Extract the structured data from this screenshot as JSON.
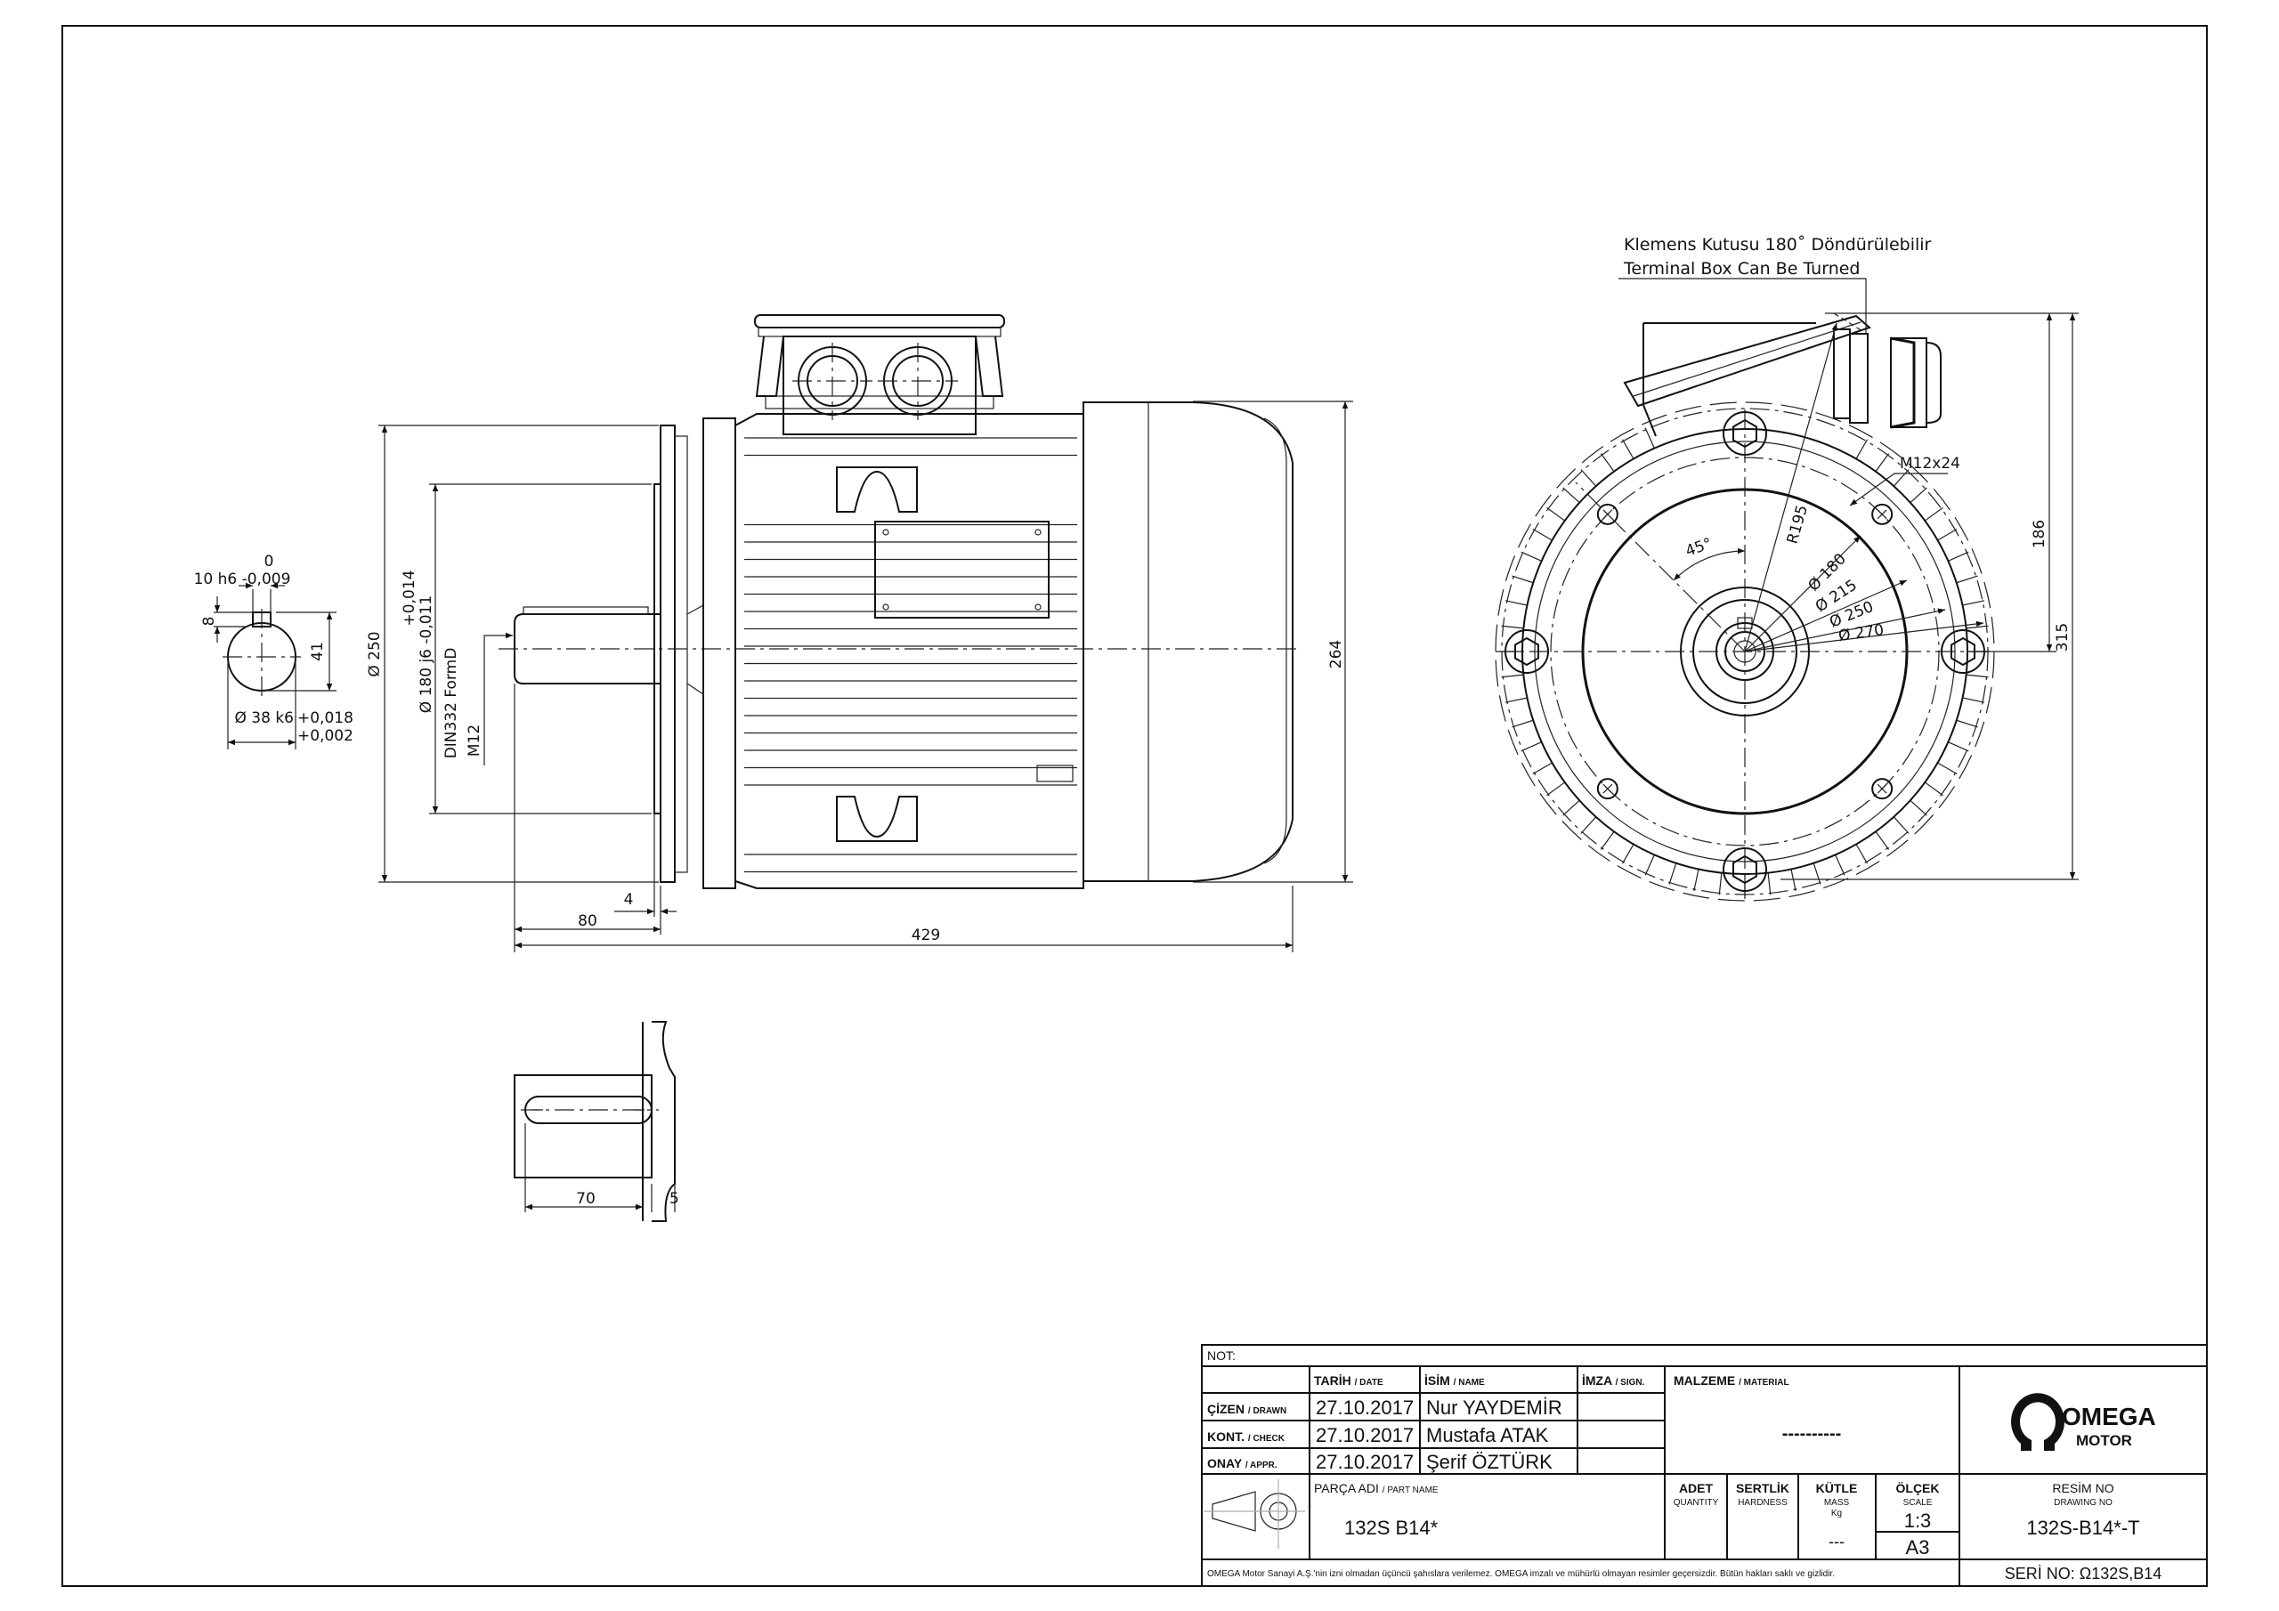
{
  "side_view": {
    "key_width_top": "0",
    "key_width": "10 h6 -0,009",
    "key_depth": "8",
    "key_height": "41",
    "shaft_tol_upper": "+0,018",
    "shaft_dia": "Ø 38 k6",
    "shaft_tol_lower": "+0,002",
    "flange_dia": "Ø 250",
    "spigot_tol_upper": "+0,014",
    "spigot_dia": "Ø 180 j6 -0,011",
    "center_hole": "DIN332 FormD",
    "thread": "M12",
    "spigot_depth": "4",
    "shaft_length": "80",
    "total_length": "429",
    "height": "264"
  },
  "key_detail": {
    "key_length": "70",
    "offset": "5"
  },
  "front_view": {
    "note_tr": "Klemens Kutusu 180˚ Döndürülebilir",
    "note_en": "Terminal Box Can Be Turned",
    "bolt": "M12x24",
    "angle": "45°",
    "radius": "R195",
    "d180": "Ø 180",
    "d215": "Ø 215",
    "d250": "Ø 250",
    "d270": "Ø 270",
    "h186": "186",
    "h315": "315"
  },
  "title_block": {
    "note_label": "NOT:",
    "date_h": "TARİH",
    "date_h_en": "/ DATE",
    "name_h": "İSİM",
    "name_h_en": "/ NAME",
    "sign_h": "İMZA",
    "sign_h_en": "/ SIGN.",
    "material_h": "MALZEME",
    "material_h_en": "/ MATERIAL",
    "material_value": "----------",
    "rows": [
      {
        "role": "ÇİZEN",
        "role_en": "/ DRAWN",
        "date": "27.10.2017",
        "name": "Nur YAYDEMİR"
      },
      {
        "role": "KONT.",
        "role_en": "/ CHECK",
        "date": "27.10.2017",
        "name": "Mustafa ATAK"
      },
      {
        "role": "ONAY",
        "role_en": "/ APPR.",
        "date": "27.10.2017",
        "name": "Şerif ÖZTÜRK"
      }
    ],
    "part_h": "PARÇA ADI",
    "part_h_en": "/ PART NAME",
    "part_name": "132S B14*",
    "qty_h": "ADET",
    "qty_h_en": "QUANTITY",
    "hard_h": "SERTLİK",
    "hard_h_en": "HARDNESS",
    "mass_h": "KÜTLE",
    "mass_h_en": "MASS",
    "mass_unit": "Kg",
    "mass_value": "---",
    "scale_h": "ÖLÇEK",
    "scale_h_en": "SCALE",
    "scale_value": "1:3",
    "paper": "A3",
    "drawing_h": "RESİM NO",
    "drawing_h_en": "DRAWING NO",
    "drawing_no": "132S-B14*-T",
    "serial": "SERİ NO: Ω132S,B14",
    "disclaimer": "OMEGA Motor Sanayi A.Ş.'nin izni olmadan üçüncü şahıslara verilemez. OMEGA imzalı ve mühürlü olmayan resimler geçersizdir. Bütün hakları saklı ve gizlidir.",
    "logo_word": "OMEGA",
    "logo_sub": "MOTOR"
  }
}
